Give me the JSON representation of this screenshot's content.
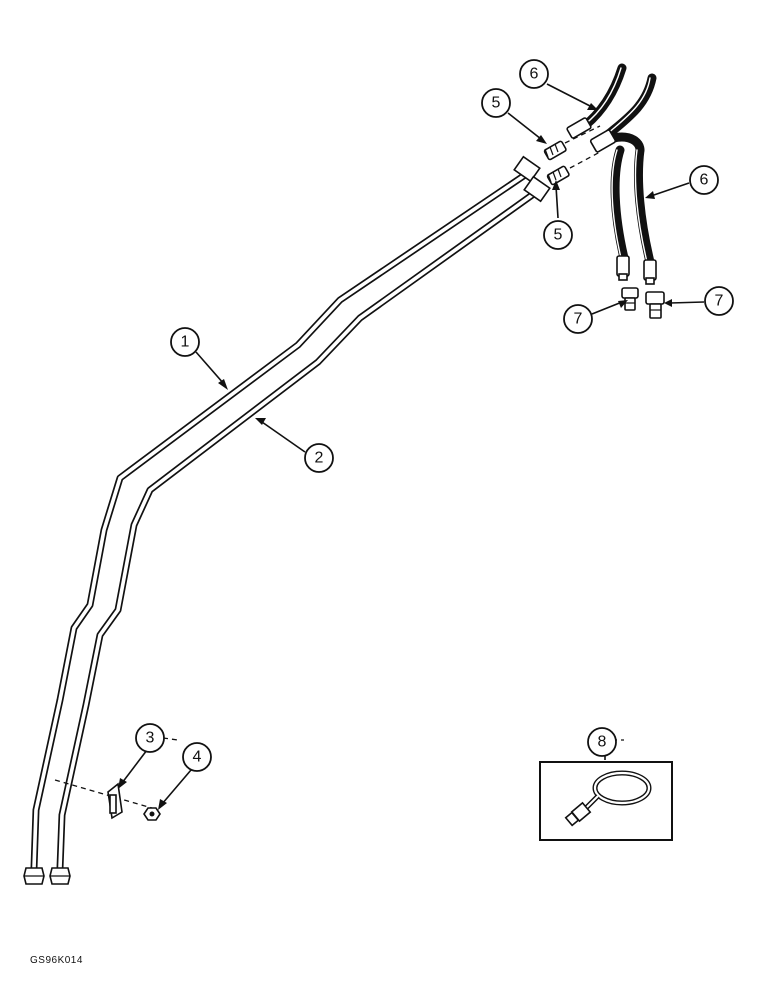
{
  "figure_code": "GS96K014",
  "callouts": {
    "c1": "1",
    "c2": "2",
    "c3": "3",
    "c4": "4",
    "c5a": "5",
    "c5b": "5",
    "c6a": "6",
    "c6b": "6",
    "c7a": "7",
    "c7b": "7",
    "c8": "8"
  }
}
